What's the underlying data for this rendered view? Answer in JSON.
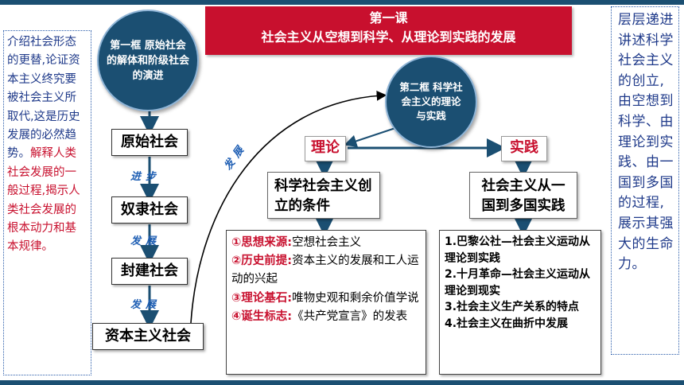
{
  "title": {
    "line1": "第一课",
    "line2": "社会主义从空想到科学、从理论到实践的发展"
  },
  "circles": {
    "first": "第一框 原始社会的解体和阶级社会的演进",
    "second": "第二框 科学社会主义的理论与实践"
  },
  "stages": [
    "原始社会",
    "奴隶社会",
    "封建社会",
    "资本主义社会"
  ],
  "arrow_labels": {
    "progress": "进步",
    "develop1": "发展",
    "develop2": "发展",
    "curve": "发展"
  },
  "theory": {
    "tag": "理论",
    "heading": "科学社会主义创立的条件",
    "items": [
      {
        "label": "①思想来源:",
        "text": "空想社会主义"
      },
      {
        "label": "②历史前提:",
        "text": "资本主义的发展和工人运动的兴起"
      },
      {
        "label": "③理论基石:",
        "text": "唯物史观和剩余价值学说"
      },
      {
        "label": "④诞生标志:",
        "text": "《共产党宣言》的发表"
      }
    ]
  },
  "practice": {
    "tag": "实践",
    "heading": "社会主义从一国到多国实践",
    "items": [
      "1.巴黎公社—社会主义运动从理论到实践",
      "2.十月革命—社会主义运动从理论到现实",
      "3.社会主义生产关系的特点",
      "4.社会主义在曲折中发展"
    ]
  },
  "left_note": {
    "p1": "介绍社会形态的更替,论证资本主义终究要被社会主义所取代,这是历史发展的必然趋势。",
    "p2": "解释人类社会发展的一般过程,揭示人类社会发展的根本动力和基本规律。"
  },
  "right_note": "层层递进讲述科学社会主义的创立,由空想到科学、由理论到实践、由一国到多国的过程,展示其强大的生命力。",
  "colors": {
    "accent_red": "#c8102e",
    "navy": "#1b4f72",
    "note_blue": "#1f3a8a"
  }
}
